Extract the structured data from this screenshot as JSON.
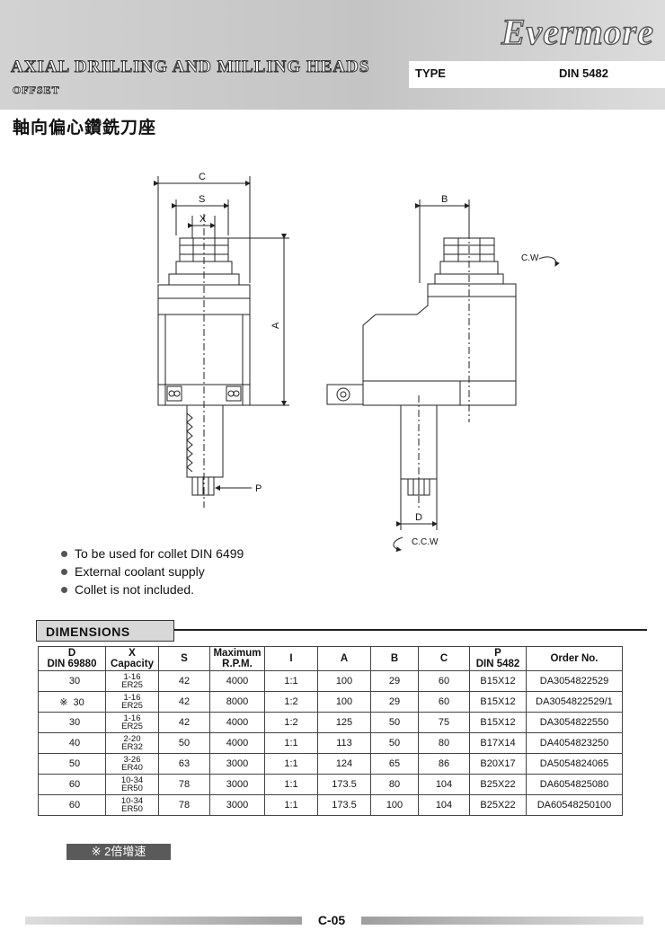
{
  "header": {
    "brand": "Evermore",
    "title": "AXIAL DRILLING AND MILLING HEADS",
    "subtitle": "OFFSET",
    "type_label": "TYPE",
    "type_value": "DIN 5482",
    "chinese_title": "軸向偏心鑽銑刀座"
  },
  "drawing": {
    "labels": {
      "c": "C",
      "s": "S",
      "x": "X",
      "a": "A",
      "p": "P",
      "b": "B",
      "d": "D",
      "cw": "C.W",
      "ccw": "C.C.W"
    }
  },
  "notes": [
    "To be used for collet DIN 6499",
    "External coolant supply",
    "Collet is not included."
  ],
  "dimensions": {
    "tab_label": "DIMENSIONS",
    "headers": {
      "d": [
        "D",
        "DIN 69880"
      ],
      "x": [
        "X",
        "Capacity"
      ],
      "s": "S",
      "rpm": [
        "Maximum",
        "R.P.M."
      ],
      "i": "I",
      "a": "A",
      "b": "B",
      "c": "C",
      "p": [
        "P",
        "DIN 5482"
      ],
      "order": "Order No."
    },
    "rows": [
      {
        "mark": "",
        "d": "30",
        "x1": "1-16",
        "x2": "ER25",
        "s": "42",
        "rpm": "4000",
        "i": "1:1",
        "a": "100",
        "b": "29",
        "c": "60",
        "p": "B15X12",
        "order": "DA3054822529"
      },
      {
        "mark": "※",
        "d": "30",
        "x1": "1-16",
        "x2": "ER25",
        "s": "42",
        "rpm": "8000",
        "i": "1:2",
        "a": "100",
        "b": "29",
        "c": "60",
        "p": "B15X12",
        "order": "DA3054822529/1"
      },
      {
        "mark": "",
        "d": "30",
        "x1": "1-16",
        "x2": "ER25",
        "s": "42",
        "rpm": "4000",
        "i": "1:2",
        "a": "125",
        "b": "50",
        "c": "75",
        "p": "B15X12",
        "order": "DA3054822550"
      },
      {
        "mark": "",
        "d": "40",
        "x1": "2-20",
        "x2": "ER32",
        "s": "50",
        "rpm": "4000",
        "i": "1:1",
        "a": "113",
        "b": "50",
        "c": "80",
        "p": "B17X14",
        "order": "DA4054823250"
      },
      {
        "mark": "",
        "d": "50",
        "x1": "3-26",
        "x2": "ER40",
        "s": "63",
        "rpm": "3000",
        "i": "1:1",
        "a": "124",
        "b": "65",
        "c": "86",
        "p": "B20X17",
        "order": "DA5054824065"
      },
      {
        "mark": "",
        "d": "60",
        "x1": "10-34",
        "x2": "ER50",
        "s": "78",
        "rpm": "3000",
        "i": "1:1",
        "a": "173.5",
        "b": "80",
        "c": "104",
        "p": "B25X22",
        "order": "DA6054825080"
      },
      {
        "mark": "",
        "d": "60",
        "x1": "10-34",
        "x2": "ER50",
        "s": "78",
        "rpm": "3000",
        "i": "1:1",
        "a": "173.5",
        "b": "100",
        "c": "104",
        "p": "B25X22",
        "order": "DA60548250100"
      }
    ],
    "footnote": "※  2倍增速"
  },
  "footer": {
    "page": "C-05"
  }
}
